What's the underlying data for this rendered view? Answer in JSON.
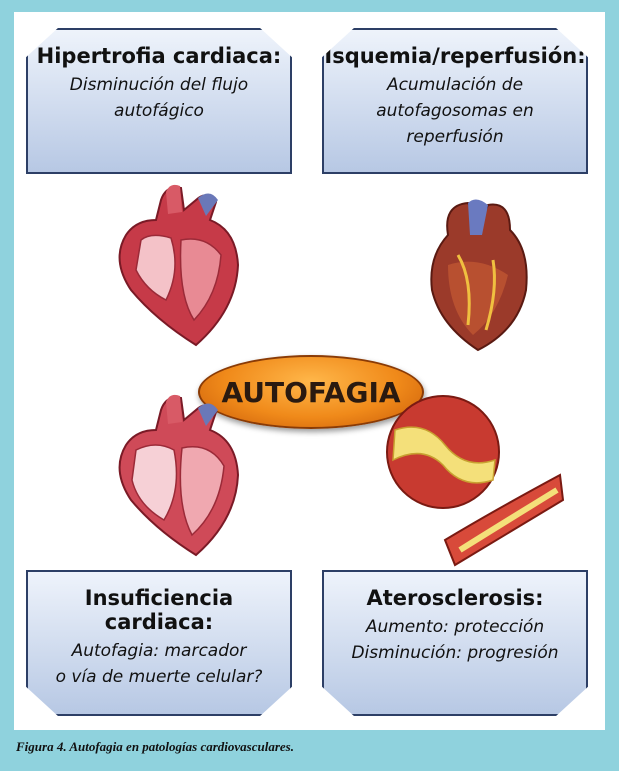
{
  "center_label": "AUTOFAGIA",
  "boxes": {
    "top_left": {
      "title": "Hipertrofia cardiaca:",
      "line1": "Disminución del flujo",
      "line2": "autofágico"
    },
    "top_right": {
      "title": "Isquemia/reperfusión:",
      "line1": "Acumulación de",
      "line2": "autofagosomas en",
      "line3": "reperfusión"
    },
    "bottom_left": {
      "title": "Insuficiencia cardiaca:",
      "line1": "Autofagia: marcador",
      "line2": "o vía de muerte celular?"
    },
    "bottom_right": {
      "title": "Aterosclerosis:",
      "line1": "Aumento: protección",
      "line2": "Disminución: progresión"
    }
  },
  "caption": "Figura 4. Autofagia en patologías cardiovasculares.",
  "colors": {
    "background": "#8fd2dd",
    "box_border": "#2d3f66",
    "center_fill": "#f08a1a"
  }
}
